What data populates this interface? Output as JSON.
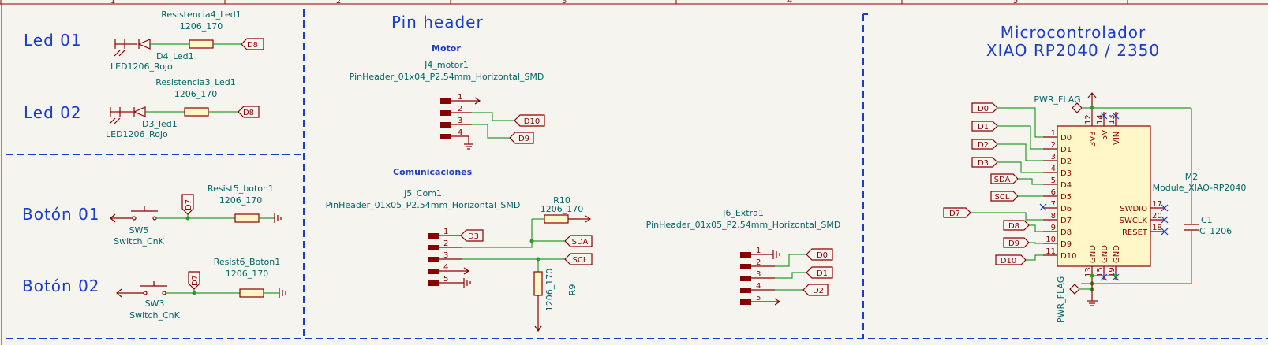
{
  "frame": {
    "columns": [
      "1",
      "2",
      "3",
      "4",
      "5"
    ]
  },
  "sections": {
    "led01": "Led 01",
    "led02": "Led 02",
    "boton01": "Botón 01",
    "boton02": "Botón 02",
    "pin_header": "Pin header",
    "micro_line1": "Microcontrolador",
    "micro_line2": "XIAO RP2040 / 2350",
    "motor": "Motor",
    "comunicaciones": "Comunicaciones"
  },
  "components": {
    "r4": {
      "ref": "Resistencia4_Led1",
      "value": "1206_170"
    },
    "d4": {
      "ref": "D4_Led1",
      "value": "LED1206_Rojo"
    },
    "r3": {
      "ref": "Resistencia3_Led1",
      "value": "1206_170"
    },
    "d3": {
      "ref": "D3_led1",
      "value": "LED1206_Rojo"
    },
    "r5": {
      "ref": "Resist5_boton1",
      "value": "1206_170"
    },
    "sw5": {
      "ref": "SW5",
      "value": "Switch_CnK"
    },
    "r6": {
      "ref": "Resist6_Boton1",
      "value": "1206_170"
    },
    "sw3": {
      "ref": "SW3",
      "value": "Switch_CnK"
    },
    "j4": {
      "ref": "J4_motor1",
      "value": "PinHeader_01x04_P2.54mm_Horizontal_SMD"
    },
    "j5": {
      "ref": "J5_Com1",
      "value": "PinHeader_01x05_P2.54mm_Horizontal_SMD"
    },
    "r10": {
      "ref": "R10",
      "value": "1206_170"
    },
    "r9": {
      "ref": "R9",
      "value": "1206_170"
    },
    "j6": {
      "ref": "J6_Extra1",
      "value": "PinHeader_01x05_P2.54mm_Horizontal_SMD"
    },
    "m2": {
      "ref": "M2",
      "value": "Module_XIAO-RP2040"
    },
    "c1": {
      "ref": "C1",
      "value": "C_1206"
    },
    "pwr_flag_top": "PWR_FLAG",
    "pwr_flag_bottom": "PWR_FLAG"
  },
  "labels": {
    "d8_led1": "D8",
    "d8_led2": "D8",
    "d7_b1": "D7",
    "d7_b2": "D7",
    "j4_d10": "D10",
    "j4_d9": "D9",
    "j5_d3": "D3",
    "j5_sda": "SDA",
    "j5_scl": "SCL",
    "j6_d0": "D0",
    "j6_d1": "D1",
    "j6_d2": "D2",
    "m_d0": "D0",
    "m_d1": "D1",
    "m_d2": "D2",
    "m_d3": "D3",
    "m_sda": "SDA",
    "m_scl": "SCL",
    "m_d7": "D7",
    "m_d8": "D8",
    "m_d9": "D9",
    "m_d10": "D10"
  },
  "pin_numbers": {
    "j4": [
      "1",
      "2",
      "3",
      "4"
    ],
    "j5": [
      "1",
      "2",
      "3",
      "4",
      "5"
    ],
    "j6": [
      "1",
      "2",
      "3",
      "4",
      "5"
    ],
    "m2_left": [
      "1",
      "2",
      "3",
      "4",
      "5",
      "6",
      "7",
      "8",
      "9",
      "10",
      "11"
    ],
    "m2_right": [
      "17",
      "20",
      "18"
    ],
    "m2_top": [
      "12",
      "14",
      "13"
    ],
    "m2_bottom": [
      "13",
      "15",
      "19"
    ]
  },
  "module_pins": {
    "left": [
      "D0",
      "D1",
      "D2",
      "D3",
      "D4",
      "D5",
      "D6",
      "D7",
      "D8",
      "D9",
      "D10"
    ],
    "right": [
      "SWDIO",
      "SWCLK",
      "RESET"
    ],
    "top": [
      "3V3",
      "5V",
      "VIN"
    ],
    "bottom": [
      "GND",
      "GND",
      "GND"
    ]
  },
  "colors": {
    "background": "#f5f4ef",
    "border_blue": "#1a3cc8",
    "symbol_red": "#8a0000",
    "body_fill": "#fff7c8",
    "wire_green": "#2a9a2a",
    "ref_teal": "#006666"
  }
}
